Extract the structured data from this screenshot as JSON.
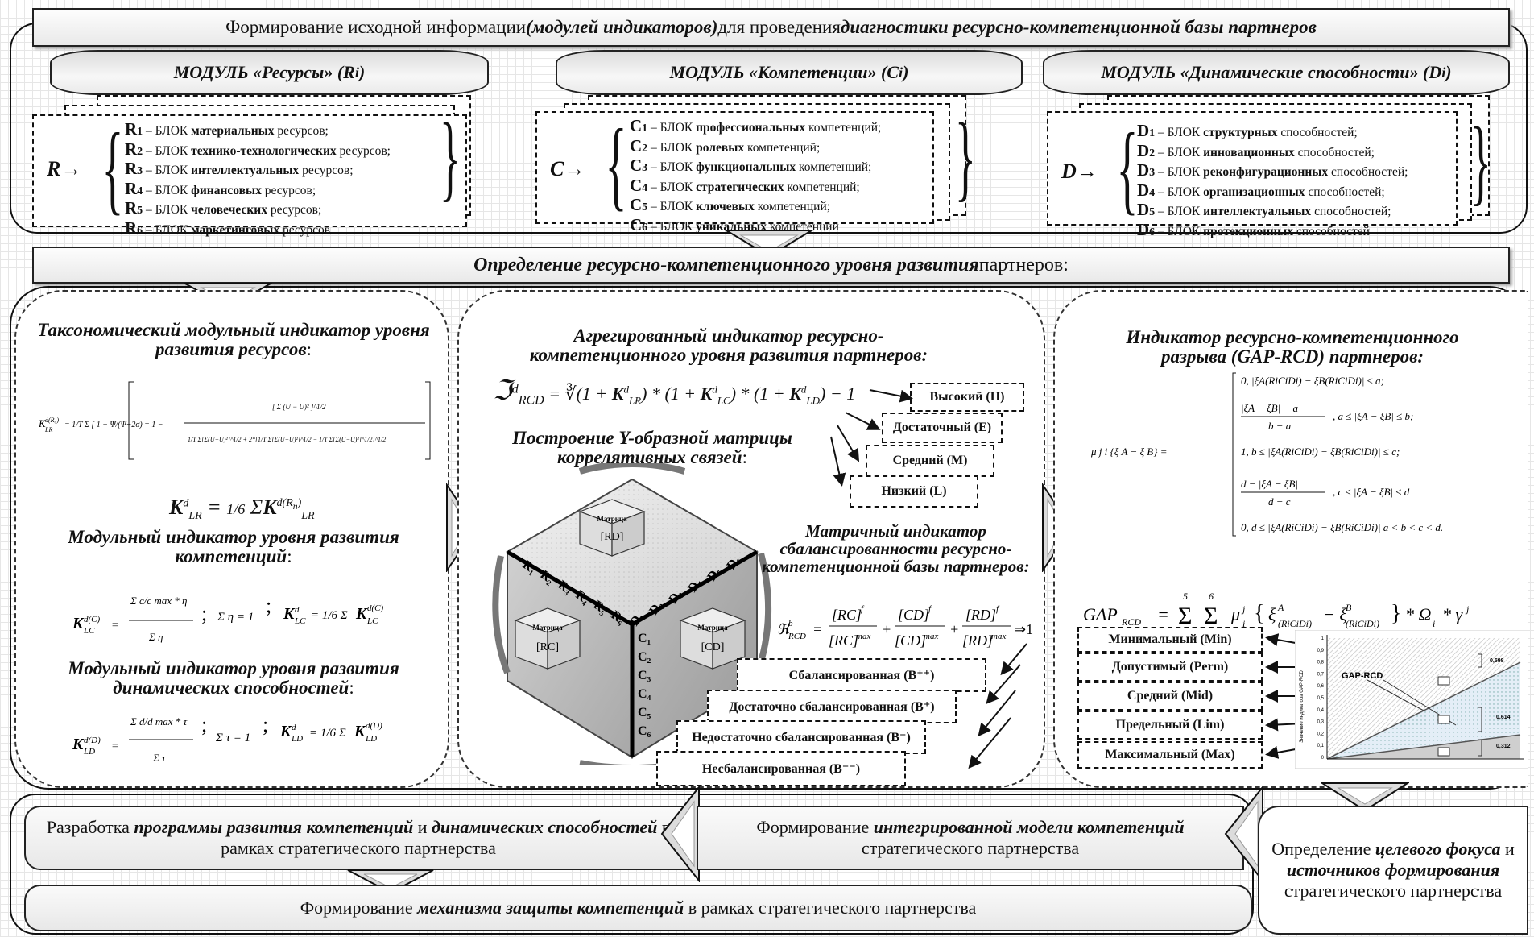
{
  "top_banner": {
    "p1": "Формирование исходной информации ",
    "p2": "(модулей индикаторов)",
    "p3": " для проведения ",
    "p4": "диагностики ресурсно-компетенционной базы партнеров"
  },
  "modules": [
    {
      "title": "МОДУЛЬ «Ресурсы» (R",
      "sub": "i",
      "close": ")",
      "arrow": "R→",
      "items": [
        {
          "code": "R1",
          "pre": " – БЛОК ",
          "bold": "материальных",
          "post": " ресурсов;"
        },
        {
          "code": "R2",
          "pre": " – БЛОК ",
          "bold": "технико-технологических",
          "post": " ресурсов;"
        },
        {
          "code": "R3",
          "pre": " – БЛОК ",
          "bold": "интеллектуальных",
          "post": " ресурсов;"
        },
        {
          "code": "R4",
          "pre": " – БЛОК ",
          "bold": "финансовых",
          "post": " ресурсов;"
        },
        {
          "code": "R5",
          "pre": " – БЛОК ",
          "bold": "человеческих",
          "post": " ресурсов;"
        },
        {
          "code": "R6",
          "pre": " – БЛОК ",
          "bold": "маркетинговых",
          "post": " ресурсов"
        }
      ]
    },
    {
      "title": "МОДУЛЬ «Компетенции» (C",
      "sub": "i",
      "close": ")",
      "arrow": "C→",
      "items": [
        {
          "code": "C1",
          "pre": " – БЛОК ",
          "bold": "профессиональных",
          "post": " компетенций;"
        },
        {
          "code": "C2",
          "pre": " – БЛОК ",
          "bold": "ролевых",
          "post": " компетенций;"
        },
        {
          "code": "C3",
          "pre": " – БЛОК ",
          "bold": "функциональных",
          "post": " компетенций;"
        },
        {
          "code": "C4",
          "pre": " – БЛОК ",
          "bold": "стратегических",
          "post": " компетенций;"
        },
        {
          "code": "C5",
          "pre": " – БЛОК ",
          "bold": "ключевых",
          "post": " компетенций;"
        },
        {
          "code": "C6",
          "pre": " – БЛОК ",
          "bold": "уникальных",
          "post": " компетенций"
        }
      ]
    },
    {
      "title": "МОДУЛЬ «Динамические способности» (D",
      "sub": "i",
      "close": ")",
      "arrow": "D→",
      "items": [
        {
          "code": "D1",
          "pre": " – БЛОК ",
          "bold": "структурных",
          "post": " способностей;"
        },
        {
          "code": "D2",
          "pre": " – БЛОК ",
          "bold": "инновационных",
          "post": " способностей;"
        },
        {
          "code": "D3",
          "pre": " – БЛОК ",
          "bold": "реконфигурационных",
          "post": " способностей;"
        },
        {
          "code": "D4",
          "pre": " – БЛОК ",
          "bold": "организационных",
          "post": " способностей;"
        },
        {
          "code": "D5",
          "pre": " – БЛОК ",
          "bold": "интеллектуальных",
          "post": " способностей;"
        },
        {
          "code": "D6",
          "pre": " – БЛОК ",
          "bold": "протекционных",
          "post": " способностей"
        }
      ]
    }
  ],
  "middle_banner": {
    "p1": "Определение ресурсно-компетенционного уровня развития",
    "p2": " партнеров:"
  },
  "left_panel": {
    "title1": "Таксономический модульный индикатор уровня развития ресурсов",
    "title1_end": ":",
    "title2": "Модульный индикатор уровня развития компетенций",
    "title2_end": ":",
    "title3": "Модульный индикатор уровня развития динамических способностей",
    "title3_end": ":"
  },
  "center_panel": {
    "title1": "Агрегированный индикатор ресурсно-компетенционного уровня развития партнеров:",
    "title2": "Построение Y-образной матрицы коррелятивных связей",
    "title2_end": ":",
    "title3": "Матричный индикатор сбалансированности ресурсно-компетенционной базы партнеров:",
    "levels": [
      "Высокий (H)",
      "Достаточный (E)",
      "Средний (M)",
      "Низкий (L)"
    ],
    "balance": [
      "Сбалансированная (B⁺⁺)",
      "Достаточно сбалансированная (B⁺)",
      "Недостаточно сбалансированная (B⁻)",
      "Несбалансированная (B⁻⁻)"
    ],
    "cube": {
      "matrix_label": "Матрица",
      "rd": "[RD]",
      "rc": "[RC]",
      "cd": "[CD]",
      "r_labels": [
        "R₁",
        "R₂",
        "R₃",
        "R₄",
        "R₅",
        "R₆"
      ],
      "d_labels": [
        "D₁",
        "D₂",
        "D₃",
        "D₄",
        "D₅",
        "D₆"
      ],
      "c_labels": [
        "C₁",
        "C₂",
        "C₃",
        "C₄",
        "C₅",
        "C₆"
      ]
    }
  },
  "right_panel": {
    "title": "Индикатор ресурсно-компетенционного разрыва (GAP-RCD) партнеров:",
    "gap_levels": [
      "Минимальный (Min)",
      "Допустимый (Perm)",
      "Средний (Mid)",
      "Предельный (Lim)",
      "Максимальный (Max)"
    ],
    "chart_label": "GAP-RCD",
    "chart_yaxis": "Значение индикатора GAP-RCD",
    "chart_values": [
      "0,598",
      "0,614",
      "0,312"
    ],
    "chart_ticks": [
      "1",
      "0,9",
      "0,8",
      "0,7",
      "0,6",
      "0,5",
      "0,4",
      "0,3",
      "0,2",
      "0,1",
      "0"
    ]
  },
  "bottom": {
    "b1": {
      "p1": "Разработка ",
      "p2": "программы развития компетенций",
      "p3": " и ",
      "p4": "динамических способностей",
      "p5": " в рамках стратегического партнерства"
    },
    "b2": {
      "p1": "Формирование ",
      "p2": "интегрированной модели компетенций",
      "p3": " стратегического партнерства"
    },
    "b3": {
      "p1": "Определение ",
      "p2": "целевого фокуса",
      "p3": " и ",
      "p4": "источников формирования",
      "p5": " стратегического партнерства"
    },
    "b4": {
      "p1": "Формирование ",
      "p2": "механизма защиты компетенций",
      "p3": " в рамках стратегического партнерства"
    }
  },
  "colors": {
    "ink": "#111111",
    "panel_fill": "#ffffff",
    "grid": "#e6e6e6",
    "shade": "#b8b8b8"
  }
}
